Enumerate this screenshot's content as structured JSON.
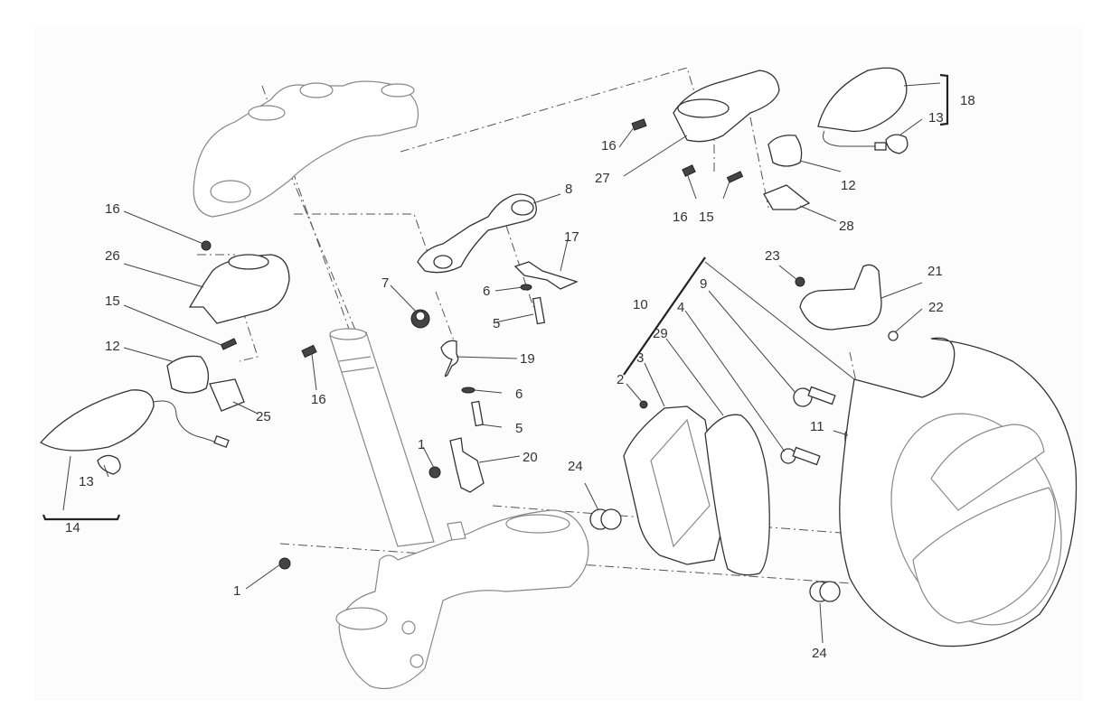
{
  "diagram": {
    "title": "Headlight and turn indicators exploded parts diagram",
    "callouts": [
      {
        "id": "c16a",
        "label": "16"
      },
      {
        "id": "c26",
        "label": "26"
      },
      {
        "id": "c15a",
        "label": "15"
      },
      {
        "id": "c12a",
        "label": "12"
      },
      {
        "id": "c25",
        "label": "25"
      },
      {
        "id": "c16b",
        "label": "16"
      },
      {
        "id": "c13a",
        "label": "13"
      },
      {
        "id": "c14",
        "label": "14"
      },
      {
        "id": "c7",
        "label": "7"
      },
      {
        "id": "c8",
        "label": "8"
      },
      {
        "id": "c17",
        "label": "17"
      },
      {
        "id": "c6a",
        "label": "6"
      },
      {
        "id": "c5a",
        "label": "5"
      },
      {
        "id": "c19",
        "label": "19"
      },
      {
        "id": "c6b",
        "label": "6"
      },
      {
        "id": "c5b",
        "label": "5"
      },
      {
        "id": "c1a",
        "label": "1"
      },
      {
        "id": "c20",
        "label": "20"
      },
      {
        "id": "c1b",
        "label": "1"
      },
      {
        "id": "c24a",
        "label": "24"
      },
      {
        "id": "c16c",
        "label": "16"
      },
      {
        "id": "c27",
        "label": "27"
      },
      {
        "id": "c16d",
        "label": "16"
      },
      {
        "id": "c15b",
        "label": "15"
      },
      {
        "id": "c12b",
        "label": "12"
      },
      {
        "id": "c28",
        "label": "28"
      },
      {
        "id": "c18",
        "label": "18"
      },
      {
        "id": "c13b",
        "label": "13"
      },
      {
        "id": "c23",
        "label": "23"
      },
      {
        "id": "c21",
        "label": "21"
      },
      {
        "id": "c22",
        "label": "22"
      },
      {
        "id": "c10",
        "label": "10"
      },
      {
        "id": "c9",
        "label": "9"
      },
      {
        "id": "c4",
        "label": "4"
      },
      {
        "id": "c29",
        "label": "29"
      },
      {
        "id": "c3",
        "label": "3"
      },
      {
        "id": "c2",
        "label": "2"
      },
      {
        "id": "c11",
        "label": "11"
      },
      {
        "id": "c24b",
        "label": "24"
      }
    ]
  }
}
